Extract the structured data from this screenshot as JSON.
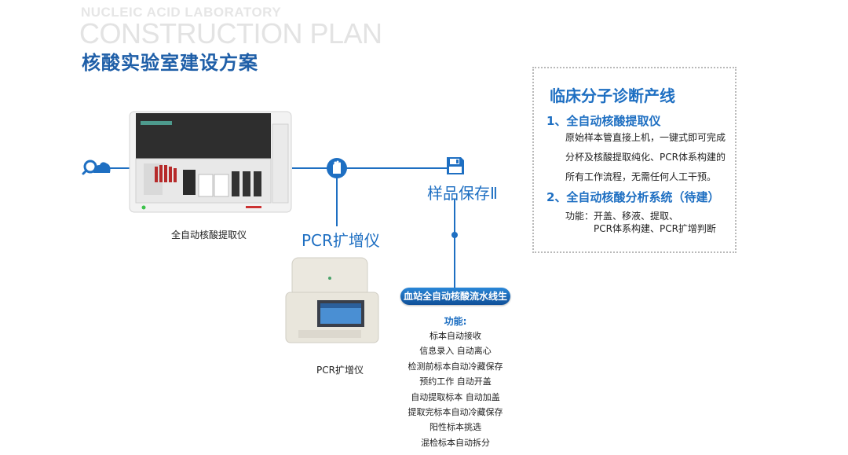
{
  "header": {
    "title_en_small": "NUCLEIC ACID LABORATORY",
    "title_en_large": "CONSTRUCTION PLAN",
    "title_cn": "核酸实验室建设方案"
  },
  "diagram": {
    "extractor_label": "全自动核酸提取仪",
    "pcr_node_label": "PCR扩增仪",
    "pcr_machine_label": "PCR扩增仪",
    "storage_label": "样品保存Ⅱ",
    "pipeline_pill": "血站全自动核酸流水线生产",
    "functions_title": "功能:",
    "functions": [
      "标本自动接收",
      "信息录入  自动离心",
      "检测前标本自动冷藏保存",
      "预约工作  自动开盖",
      "自动提取标本  自动加盖",
      "提取完标本自动冷藏保存",
      "阳性标本挑选",
      "混检标本自动拆分"
    ]
  },
  "panel": {
    "title": "临床分子诊断产线",
    "section1_title": "1、全自动核酸提取仪",
    "section1_lines": [
      "原始样本管直接上机，一键式即可完成",
      "分杯及核酸提取纯化、PCR体系构建的",
      "所有工作流程，无需任何人工干预。"
    ],
    "section2_title": "2、全自动核酸分析系统（待建）",
    "section2_line1": "功能：开盖、移液、提取、",
    "section2_line2": "PCR体系构建、PCR扩增判断"
  },
  "colors": {
    "accent_blue": "#1e6fc2",
    "title_blue": "#1f5fa8",
    "title_grey": "#e3e3e3"
  },
  "icons": [
    "cloud-search-icon",
    "glove-icon",
    "floppy-disk-icon"
  ]
}
